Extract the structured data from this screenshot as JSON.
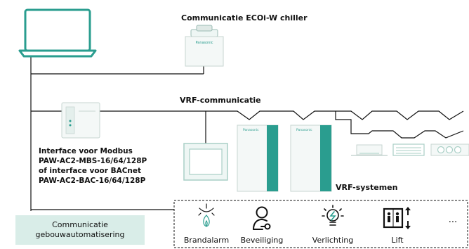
{
  "labels": {
    "chiller": "Communicatie ECOi-W chiller",
    "vrf_comm": "VRF-communicatie",
    "interface_lines": [
      "Interface voor Modbus",
      "PAW-AC2-MBS-16/64/128P",
      "of interface voor BACnet",
      "PAW-AC2-BAC-16/64/128P"
    ],
    "vrf_systems": "VRF-systemen",
    "bms_lines": [
      "Communicatie",
      "gebouwautomatisering"
    ]
  },
  "brand": {
    "logo_text": "Panasonic"
  },
  "subsystems": [
    {
      "label": "Brandalarm",
      "icon": "fire-alarm-icon"
    },
    {
      "label": "Beveiliging",
      "icon": "security-icon"
    },
    {
      "label": "Verlichting",
      "icon": "lighting-icon"
    },
    {
      "label": "Lift",
      "icon": "elevator-icon"
    }
  ],
  "more": "...",
  "colors": {
    "accent": "#2a9d8f",
    "accent_light": "#d9ede8",
    "device_fill": "#eef6f4",
    "line": "#111111"
  }
}
